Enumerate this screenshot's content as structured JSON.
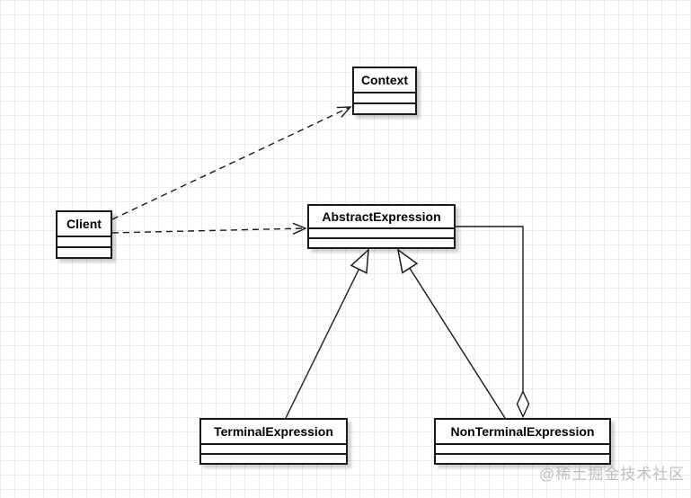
{
  "diagram": {
    "type": "uml-class-diagram",
    "pattern": "Interpreter"
  },
  "classes": {
    "context": {
      "name": "Context"
    },
    "client": {
      "name": "Client"
    },
    "abstract_expression": {
      "name": "AbstractExpression"
    },
    "terminal_expression": {
      "name": "TerminalExpression"
    },
    "nonterminal_expression": {
      "name": "NonTerminalExpression"
    }
  },
  "relationships": [
    {
      "from": "Client",
      "to": "Context",
      "type": "dependency",
      "line": "dashed",
      "head": "open-arrow"
    },
    {
      "from": "Client",
      "to": "AbstractExpression",
      "type": "dependency",
      "line": "dashed",
      "head": "open-arrow"
    },
    {
      "from": "TerminalExpression",
      "to": "AbstractExpression",
      "type": "generalization",
      "line": "solid",
      "head": "hollow-triangle"
    },
    {
      "from": "NonTerminalExpression",
      "to": "AbstractExpression",
      "type": "generalization",
      "line": "solid",
      "head": "hollow-triangle"
    },
    {
      "from": "AbstractExpression",
      "to": "NonTerminalExpression",
      "type": "aggregation",
      "line": "solid",
      "head": "hollow-diamond"
    }
  ],
  "watermark": {
    "text": "@稀土掘金技术社区"
  },
  "colors": {
    "background": "#ffffff",
    "grid": "#ececec",
    "box_border": "#1a1a1a",
    "box_fill": "#ffffff",
    "line": "#1a1a1a",
    "shadow": "rgba(0,0,0,0.18)",
    "watermark": "#b4b4b4"
  }
}
